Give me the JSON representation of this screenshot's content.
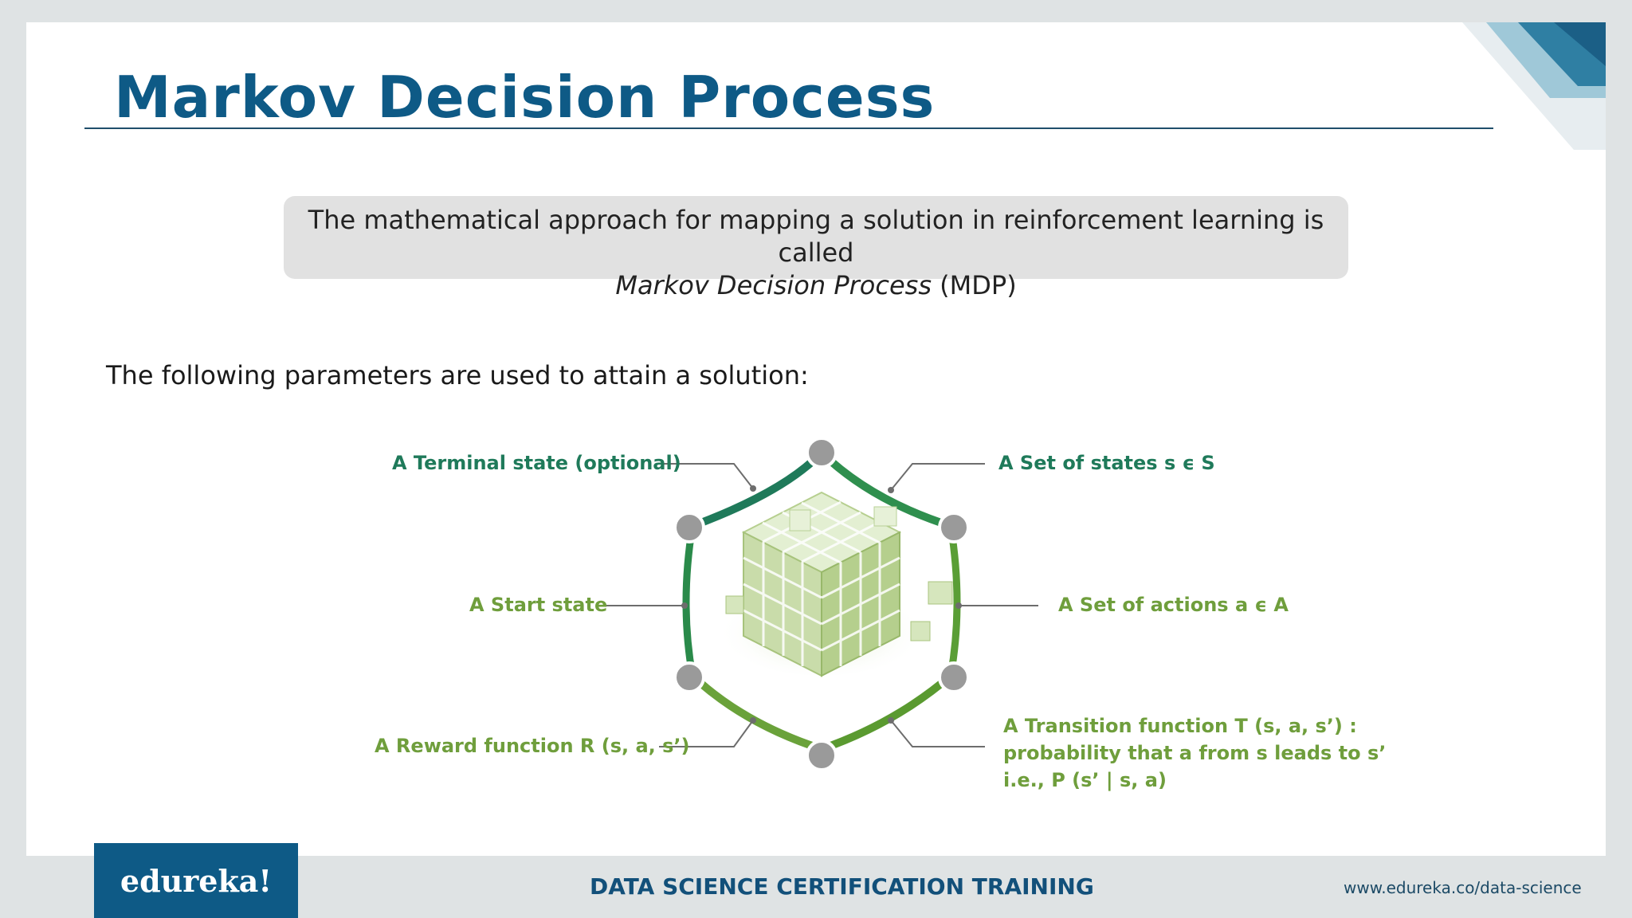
{
  "slide": {
    "title": "Markov Decision Process",
    "callout": {
      "line1": "The mathematical approach for mapping a solution in reinforcement learning is called",
      "line2_italic": "Markov Decision Process",
      "line2_tail": " (MDP)"
    },
    "intro": "The following parameters are used to attain a solution:",
    "diagram": {
      "labels": {
        "terminal_state": "A Terminal state (optional)",
        "set_of_states": "A Set of states s ϵ S",
        "start_state": "A Start state",
        "set_of_actions": "A Set of actions a ϵ A",
        "reward_function": "A Reward function R (s, a, s’)",
        "transition_line1": "A Transition function T (s, a, s’) :",
        "transition_line2": "probability that a from s leads to s’",
        "transition_line3": "i.e., P (s’ | s, a)"
      },
      "colors": {
        "teal": "#1f7a5a",
        "green": "#6f9e3c",
        "node_gray": "#9a9a9a"
      },
      "center_image": "cube-of-blocks-graphic"
    }
  },
  "footer": {
    "logo": "edureka!",
    "course": "DATA SCIENCE CERTIFICATION TRAINING",
    "url": "www.edureka.co/data-science"
  },
  "colors": {
    "brand_blue": "#0e5a86",
    "background_gray": "#dfe3e4"
  }
}
